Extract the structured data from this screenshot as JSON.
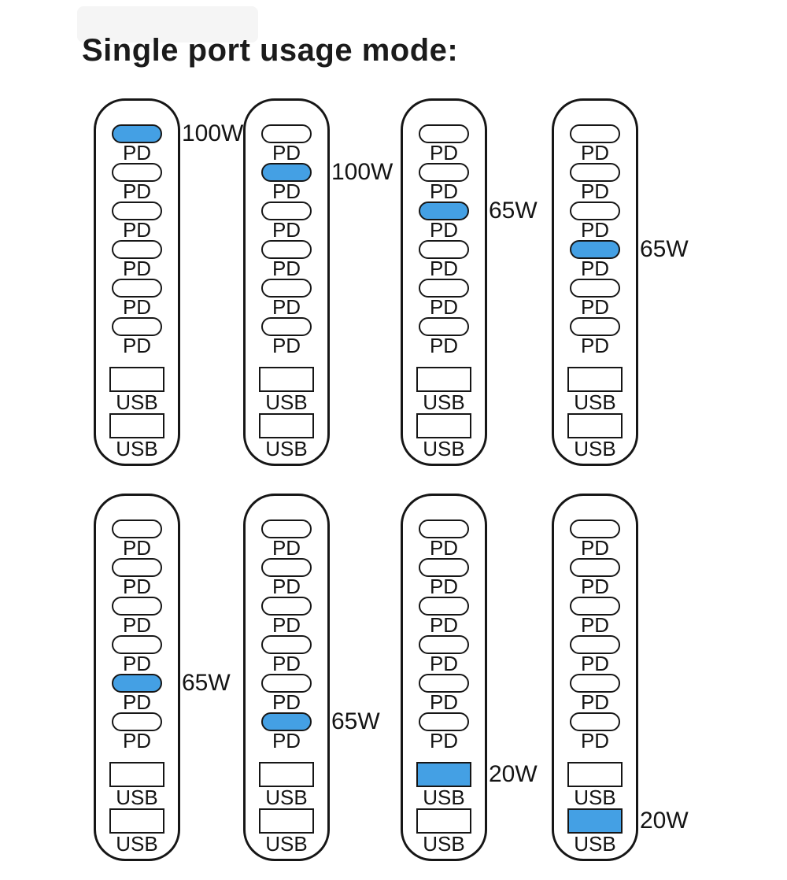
{
  "title": "Single port usage mode:",
  "colors": {
    "highlight_blue": "#44a0e4",
    "outline_black": "#161616",
    "background": "#ffffff",
    "text": "#141414"
  },
  "labels": {
    "pd": "PD",
    "usb": "USB"
  },
  "ports_per_charger": {
    "pd": 6,
    "usb": 2
  },
  "chargers": [
    {
      "id": "charger-1",
      "row": 0,
      "highlighted_port": 1,
      "wattage": "100W"
    },
    {
      "id": "charger-2",
      "row": 0,
      "highlighted_port": 2,
      "wattage": "100W"
    },
    {
      "id": "charger-3",
      "row": 0,
      "highlighted_port": 3,
      "wattage": "65W"
    },
    {
      "id": "charger-4",
      "row": 0,
      "highlighted_port": 4,
      "wattage": "65W"
    },
    {
      "id": "charger-5",
      "row": 1,
      "highlighted_port": 5,
      "wattage": "65W"
    },
    {
      "id": "charger-6",
      "row": 1,
      "highlighted_port": 6,
      "wattage": "65W"
    },
    {
      "id": "charger-7",
      "row": 1,
      "highlighted_port": 7,
      "wattage": "20W"
    },
    {
      "id": "charger-8",
      "row": 1,
      "highlighted_port": 8,
      "wattage": "20W"
    }
  ]
}
